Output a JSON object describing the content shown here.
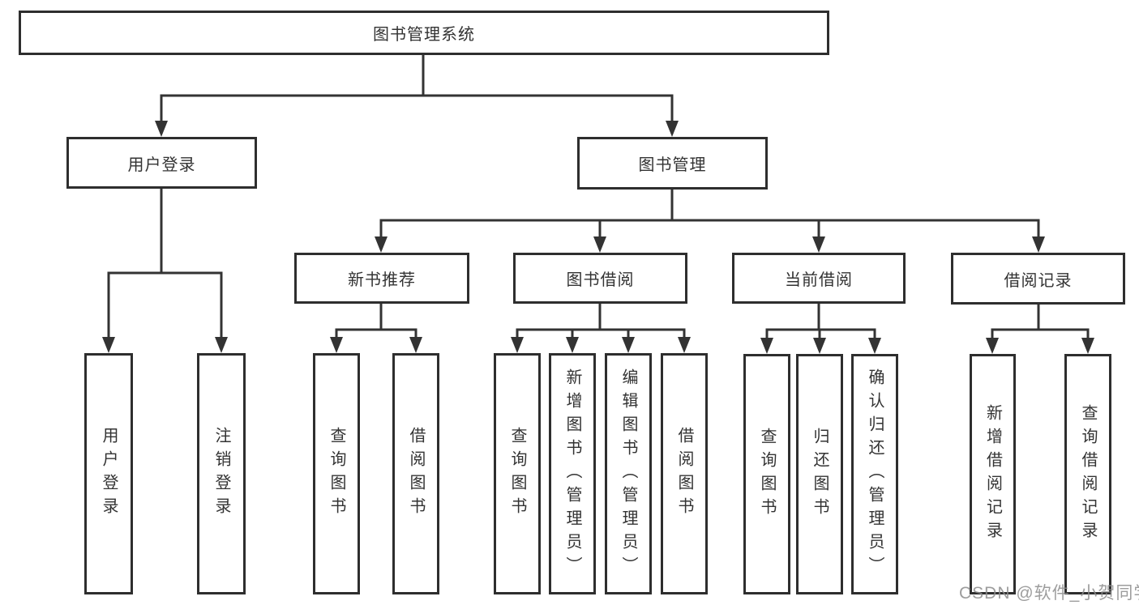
{
  "diagram": {
    "type": "hierarchy-tree",
    "root": {
      "label": "图书管理系统"
    },
    "branches": [
      {
        "label": "用户登录",
        "children": [
          {
            "label": "用户登录"
          },
          {
            "label": "注销登录"
          }
        ]
      },
      {
        "label": "图书管理",
        "children": [
          {
            "label": "新书推荐",
            "children": [
              {
                "label": "查询图书"
              },
              {
                "label": "借阅图书"
              }
            ]
          },
          {
            "label": "图书借阅",
            "children": [
              {
                "label": "查询图书"
              },
              {
                "label": "新增图书（管理员）"
              },
              {
                "label": "编辑图书（管理员）"
              },
              {
                "label": "借阅图书"
              }
            ]
          },
          {
            "label": "当前借阅",
            "children": [
              {
                "label": "查询图书"
              },
              {
                "label": "归还图书"
              },
              {
                "label": "确认归还（管理员）"
              }
            ]
          },
          {
            "label": "借阅记录",
            "children": [
              {
                "label": "新增借阅记录"
              },
              {
                "label": "查询借阅记录"
              }
            ]
          }
        ]
      }
    ],
    "watermark": {
      "text": "CSDN @软件_小贺同学"
    }
  },
  "colors": {
    "background": "#ffffff",
    "box_fill": "#ffffff",
    "box_border": "#2e2e2e",
    "line": "#333333",
    "text": "#333333",
    "watermark": "#8c8c8c"
  }
}
